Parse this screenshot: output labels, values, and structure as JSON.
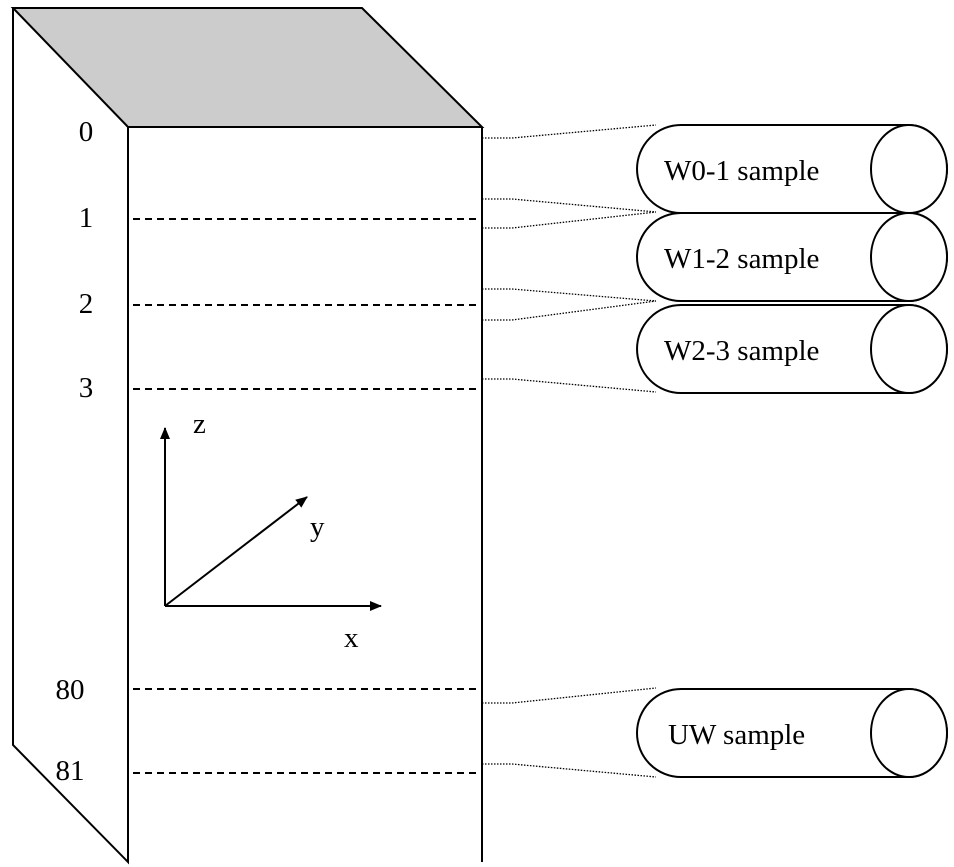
{
  "colors": {
    "top_face": "#cccccc",
    "line": "#000000",
    "background": "#ffffff"
  },
  "depth_labels": {
    "d0": "0",
    "d1": "1",
    "d2": "2",
    "d3": "3",
    "d80": "80",
    "d81": "81"
  },
  "axes": {
    "z": "z",
    "y": "y",
    "x": "x"
  },
  "samples": {
    "w01": "W0-1 sample",
    "w12": "W1-2 sample",
    "w23": "W2-3 sample",
    "uw": "UW sample"
  }
}
